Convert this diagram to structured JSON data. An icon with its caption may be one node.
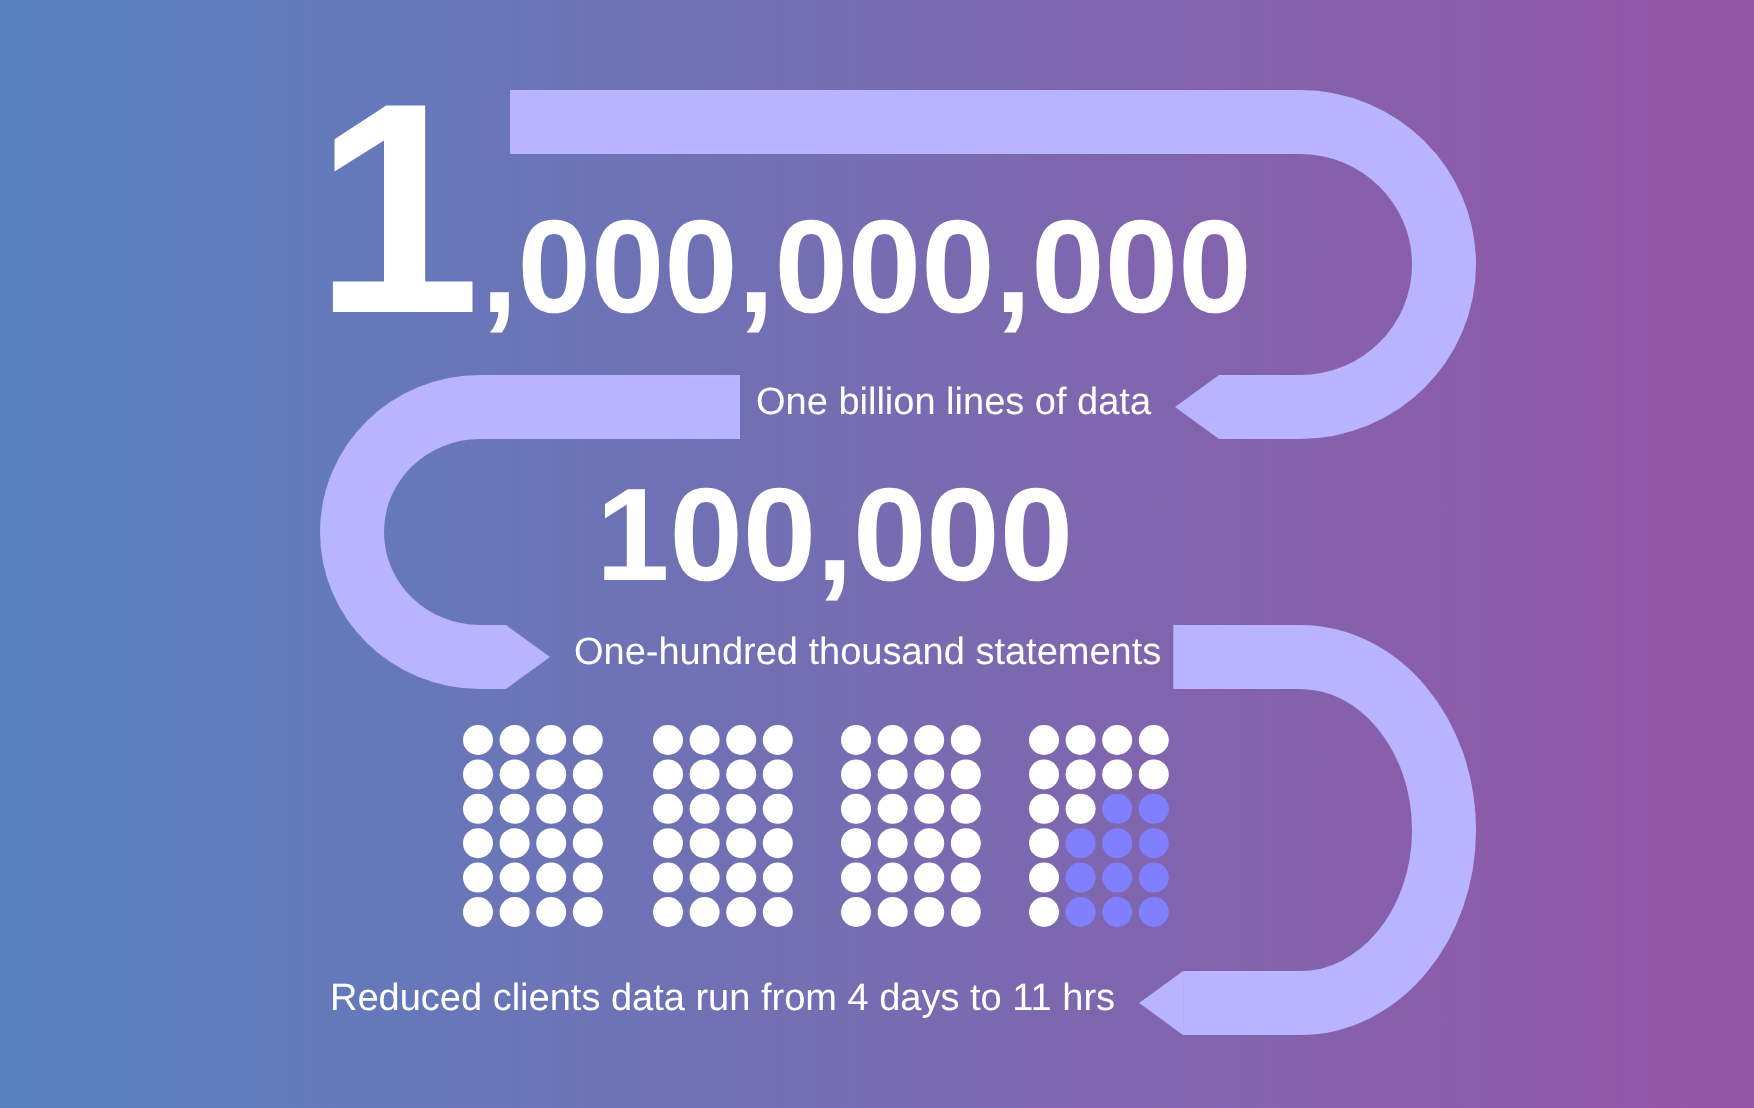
{
  "diagram": {
    "nodes": [
      {
        "text": [
          "1,000,000,000"
        ]
      },
      {
        "text": [
          "One billion lines of data"
        ]
      },
      {
        "text": [
          "100,000"
        ]
      },
      {
        "text": [
          "One-hundred thousand statements"
        ]
      },
      {
        "text": [
          "Reduced clients data run from 4 days to 11 hrs"
        ]
      }
    ],
    "edges": [
      {
        "from": 0,
        "to": 1,
        "arrow": "to"
      },
      {
        "from": 1,
        "to": 3,
        "arrow": "to"
      },
      {
        "from": 3,
        "to": 4,
        "arrow": "to"
      }
    ]
  }
}
